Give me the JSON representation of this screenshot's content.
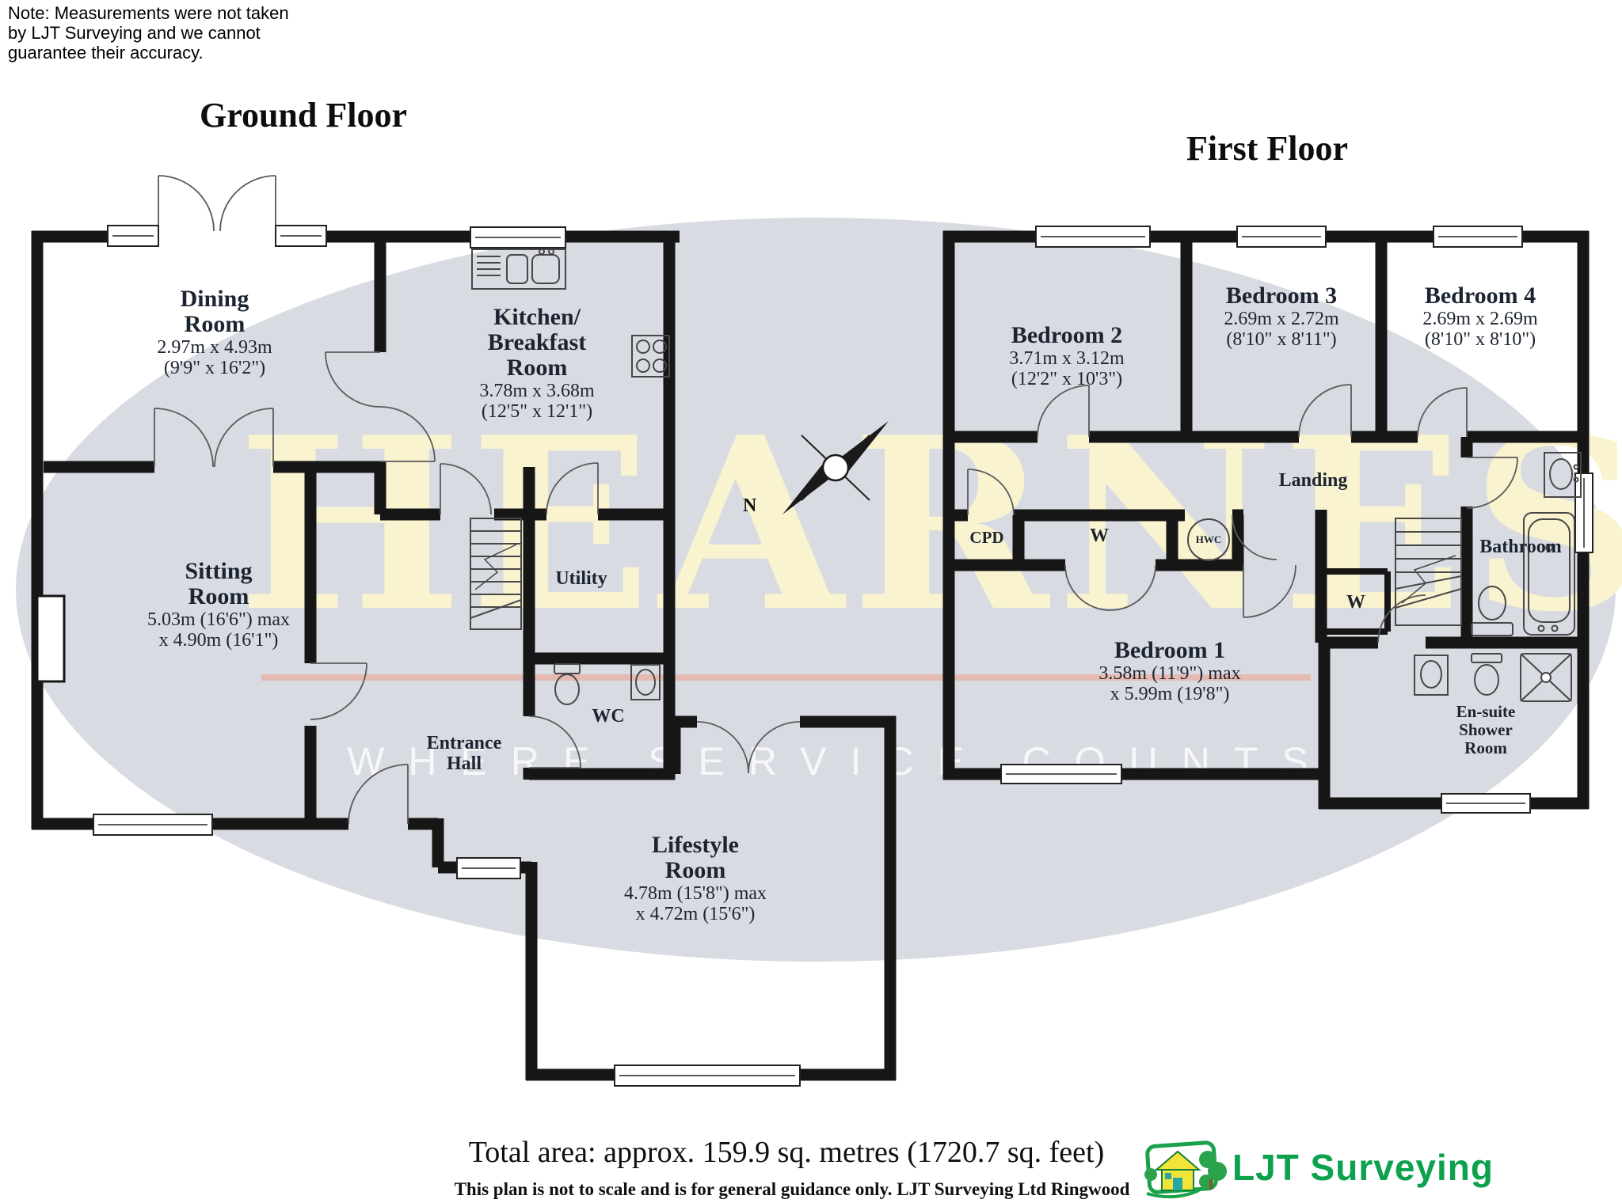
{
  "note": {
    "line1": "Note: Measurements were not taken",
    "line2": "by LJT Surveying and we cannot",
    "line3": " guarantee their accuracy."
  },
  "watermark": {
    "brand": "HEARNES",
    "tagline": "WHERE SERVICE COUNTS",
    "brand_color": "#faf3d0",
    "oval_color": "#d8dbe2",
    "line_color": "#f09e8a"
  },
  "compass": {
    "label": "N"
  },
  "floors": {
    "ground": {
      "title": "Ground Floor",
      "rooms": [
        {
          "name_lines": [
            "Dining",
            "Room"
          ],
          "dim_lines": [
            "2.97m x 4.93m",
            "(9'9\" x 16'2\")"
          ]
        },
        {
          "name_lines": [
            "Kitchen/",
            "Breakfast",
            "Room"
          ],
          "dim_lines": [
            "3.78m x 3.68m",
            "(12'5\" x 12'1\")"
          ]
        },
        {
          "name_lines": [
            "Sitting",
            "Room"
          ],
          "dim_lines": [
            "5.03m (16'6\") max",
            "x 4.90m (16'1\")"
          ]
        },
        {
          "name_lines": [
            "Utility"
          ],
          "dim_lines": []
        },
        {
          "name_lines": [
            "WC"
          ],
          "dim_lines": []
        },
        {
          "name_lines": [
            "Entrance",
            "Hall"
          ],
          "dim_lines": []
        },
        {
          "name_lines": [
            "Lifestyle",
            "Room"
          ],
          "dim_lines": [
            "4.78m (15'8\") max",
            "x 4.72m (15'6\")"
          ]
        }
      ]
    },
    "first": {
      "title": "First Floor",
      "rooms": [
        {
          "name_lines": [
            "Bedroom 1"
          ],
          "dim_lines": [
            "3.58m (11'9\") max",
            "x 5.99m (19'8\")"
          ]
        },
        {
          "name_lines": [
            "Bedroom 2"
          ],
          "dim_lines": [
            "3.71m x 3.12m",
            "(12'2\" x 10'3\")"
          ]
        },
        {
          "name_lines": [
            "Bedroom 3"
          ],
          "dim_lines": [
            "2.69m x 2.72m",
            "(8'10\" x 8'11\")"
          ]
        },
        {
          "name_lines": [
            "Bedroom 4"
          ],
          "dim_lines": [
            "2.69m x 2.69m",
            "(8'10\" x 8'10\")"
          ]
        },
        {
          "name_lines": [
            "Landing"
          ],
          "dim_lines": []
        },
        {
          "name_lines": [
            "CPD"
          ],
          "dim_lines": []
        },
        {
          "name_lines": [
            "W"
          ],
          "dim_lines": []
        },
        {
          "name_lines": [
            "HWC"
          ],
          "dim_lines": []
        },
        {
          "name_lines": [
            "Bathroom"
          ],
          "dim_lines": []
        },
        {
          "name_lines": [
            "W"
          ],
          "dim_lines": []
        },
        {
          "name_lines": [
            "En-suite",
            "Shower",
            "Room"
          ],
          "dim_lines": []
        }
      ]
    }
  },
  "footer": {
    "total_area": "Total area: approx. 159.9 sq. metres (1720.7 sq. feet)",
    "disclaimer": "This plan is not to scale and is for general guidance only. LJT Surveying Ltd Ringwood",
    "logo_text": "LJT Surveying",
    "logo_color": "#0ba14d"
  }
}
